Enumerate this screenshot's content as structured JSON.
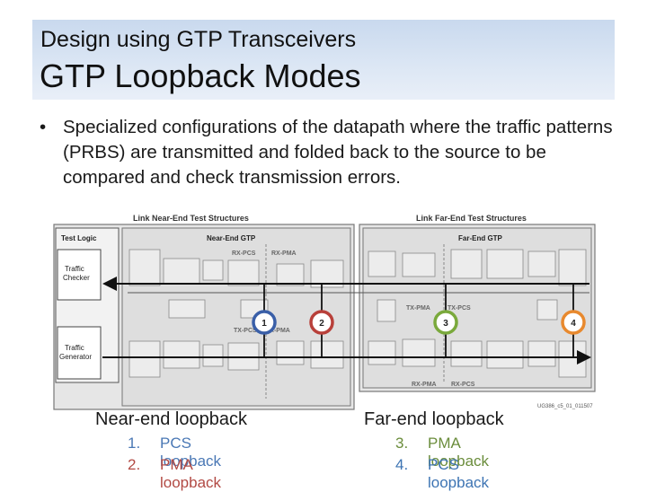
{
  "header": {
    "subtitle": "Design using GTP Transceivers",
    "title": "GTP Loopback Modes",
    "background_color": "#d3e0f1"
  },
  "bullet": {
    "marker": "•",
    "text": "Specialized configurations of the datapath where the traffic patterns (PRBS) are transmitted and folded back to the source to be compared and check transmission errors."
  },
  "diagram": {
    "near_end_title": "Link Near-End Test Structures",
    "far_end_title": "Link Far-End Test Structures",
    "test_logic": "Test Logic",
    "near_end_gtp": "Near-End GTP",
    "far_end_gtp": "Far-End GTP",
    "rx_pcs": "RX-PCS",
    "rx_pma": "RX-PMA",
    "tx_pcs": "TX-PCS",
    "tx_pma": "TX-PMA",
    "traffic_checker": [
      "Traffic",
      "Checker"
    ],
    "traffic_generator": [
      "Traffic",
      "Generator"
    ],
    "far_tx_pma": "TX-PMA",
    "far_tx_pcs": "TX-PCS",
    "far_rx_pma": "RX-PMA",
    "far_rx_pcs": "RX-PCS",
    "figure_id": "UG386_c5_01_011507",
    "loopback_markers": [
      {
        "label": "1",
        "color": "#3a5fa8"
      },
      {
        "label": "2",
        "color": "#b8403a"
      },
      {
        "label": "3",
        "color": "#7aa93c"
      },
      {
        "label": "4",
        "color": "#e8892e"
      }
    ]
  },
  "near_end": {
    "heading": "Near-end loopback",
    "items": [
      {
        "num": "1.",
        "label": "PCS loopback"
      },
      {
        "num": "2.",
        "label": "PMA loopback"
      }
    ]
  },
  "far_end": {
    "heading": "Far-end loopback",
    "items": [
      {
        "num": "3.",
        "label": "PMA loopback"
      },
      {
        "num": "4.",
        "label": "PCS loopback"
      }
    ]
  }
}
